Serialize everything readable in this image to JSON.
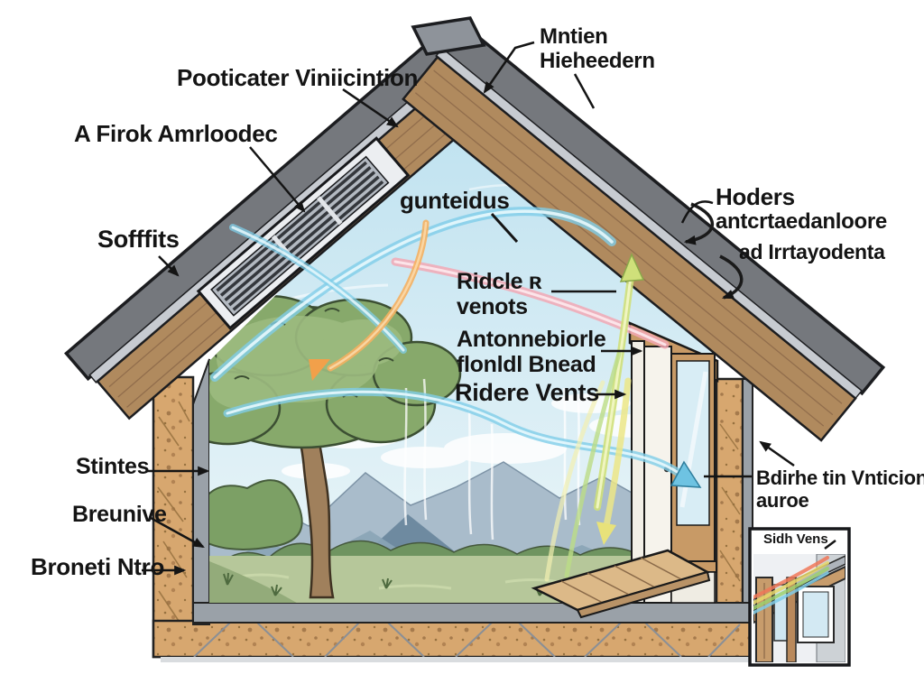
{
  "diagram": {
    "title_semantic": "house attic ventilation cutaway diagram",
    "labels": {
      "top_left": "Pooticater Viniicintion",
      "air_baffle": "A Firok Amrloodec",
      "ridge_top_1": "Mntien",
      "ridge_top_2": "Hieheedern",
      "soffits": "Sofffits",
      "gutters": "gunteidus",
      "ridge_vents_1a": "Ridcle ʀ",
      "ridge_vents_1b": "venots",
      "baffle_board_a": "Antonnebiorle",
      "baffle_board_b": "flonldl Bnead",
      "ridge_vents_2": "Ridere Vents",
      "headers_a": "Hoders",
      "headers_b": "antcrtaedanloore",
      "headers_c": "ad Irrtayodenta",
      "behind_vent_a": "Bdirhe tin Vnticion",
      "behind_vent_b": "auroe",
      "studs": "Stintes",
      "sheathing": "Breunive",
      "bottom_left": "Broneti Ntro",
      "inset_title": "Sidh Vens"
    },
    "colors": {
      "roof_shingle_gray": "#75787d",
      "roof_light_band": "#c7cbd1",
      "roof_wood": "#b08a5e",
      "insulation_tan": "#d7a76f",
      "structure_gray": "#9aa1a8",
      "sky_blue": "#c7e6f2",
      "grass_green": "#b6c79a",
      "tree_green": "#87a96b",
      "stream_blue": "#7fcde8",
      "stream_pink": "#f2a8b4",
      "stream_yellow": "#e8e57e",
      "stream_green": "#bcdc86",
      "stream_orange": "#f5a95c",
      "label_text": "#141414",
      "outline_black": "#1c1d20"
    }
  }
}
